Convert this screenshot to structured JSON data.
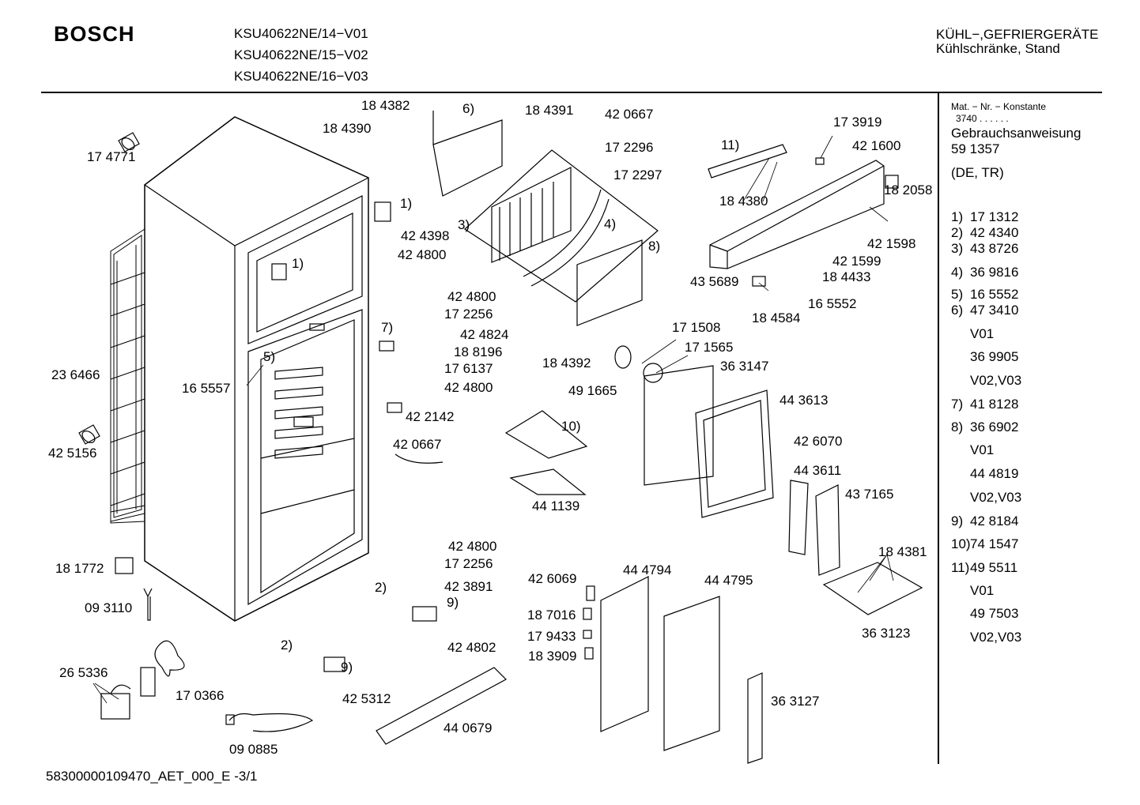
{
  "header": {
    "brand": "BOSCH",
    "models": [
      "KSU40622NE/14−V01",
      "KSU40622NE/15−V02",
      "KSU40622NE/16−V03"
    ],
    "category_line1": "KÜHL−,GEFRIERGERÄTE",
    "category_line2": "Kühlschränke, Stand"
  },
  "sidebar": {
    "mat_label": "Mat. − Nr. − Konstante",
    "mat_value": "3740  .  .    .  .  .  .",
    "manual_label": "Gebrauchsanweisung",
    "manual_number": "59 1357",
    "manual_langs": "(DE, TR)",
    "legend": [
      {
        "key": "1)",
        "value": "17 1312"
      },
      {
        "key": "2)",
        "value": "42 4340"
      },
      {
        "key": "3)",
        "value": "43 8726"
      },
      {
        "key": "4)",
        "value": "36 9816"
      },
      {
        "key": "5)",
        "value": "16 5552"
      },
      {
        "key": "6)",
        "value": "47 3410"
      },
      {
        "key": "",
        "value": "V01"
      },
      {
        "key": "",
        "value": "36 9905"
      },
      {
        "key": "",
        "value": "V02,V03"
      },
      {
        "key": "7)",
        "value": "41 8128"
      },
      {
        "key": "8)",
        "value": "36 6902"
      },
      {
        "key": "",
        "value": "V01"
      },
      {
        "key": "",
        "value": "44 4819"
      },
      {
        "key": "",
        "value": "V02,V03"
      },
      {
        "key": "9)",
        "value": "42 8184"
      },
      {
        "key": "10)",
        "value": "74 1547"
      },
      {
        "key": "11)",
        "value": "49 5511"
      },
      {
        "key": "",
        "value": "V01"
      },
      {
        "key": "",
        "value": "49 7503"
      },
      {
        "key": "",
        "value": "V02,V03"
      }
    ]
  },
  "parts": [
    "17 4771",
    "23 6466",
    "42 5156",
    "16 5557",
    "18 1772",
    "09 3110",
    "26 5336",
    "17 0366",
    "09 0885",
    "18 4382",
    "18 4390",
    "42 4398",
    "42 4800",
    "42 4800",
    "17 2256",
    "42 4824",
    "18 8196",
    "17 6137",
    "42 4800",
    "42 2142",
    "42 0667",
    "42 4800",
    "17 2256",
    "42 3891",
    "42 4802",
    "42 5312",
    "44 0679",
    "18 4391",
    "42 0667",
    "17 2296",
    "17 2297",
    "18 4392",
    "49 1665",
    "17 1508",
    "17 1565",
    "36 3147",
    "44 1139",
    "44 3613",
    "42 6070",
    "44 3611",
    "43 7165",
    "18 4381",
    "36 3123",
    "17 3919",
    "42 1600",
    "18 2058",
    "18 4380",
    "42 1598",
    "42 1599",
    "18 4433",
    "43 5689",
    "16 5552",
    "18 4584",
    "42 6069",
    "44 4794",
    "44 4795",
    "18 7016",
    "17 9433",
    "18 3909",
    "36 3127"
  ],
  "callouts": [
    "1)",
    "1)",
    "5)",
    "7)",
    "6)",
    "3)",
    "4)",
    "8)",
    "11)",
    "10)",
    "2)",
    "9)",
    "2)",
    "9)"
  ],
  "footer": "58300000109470_AET_000_E -3/1"
}
